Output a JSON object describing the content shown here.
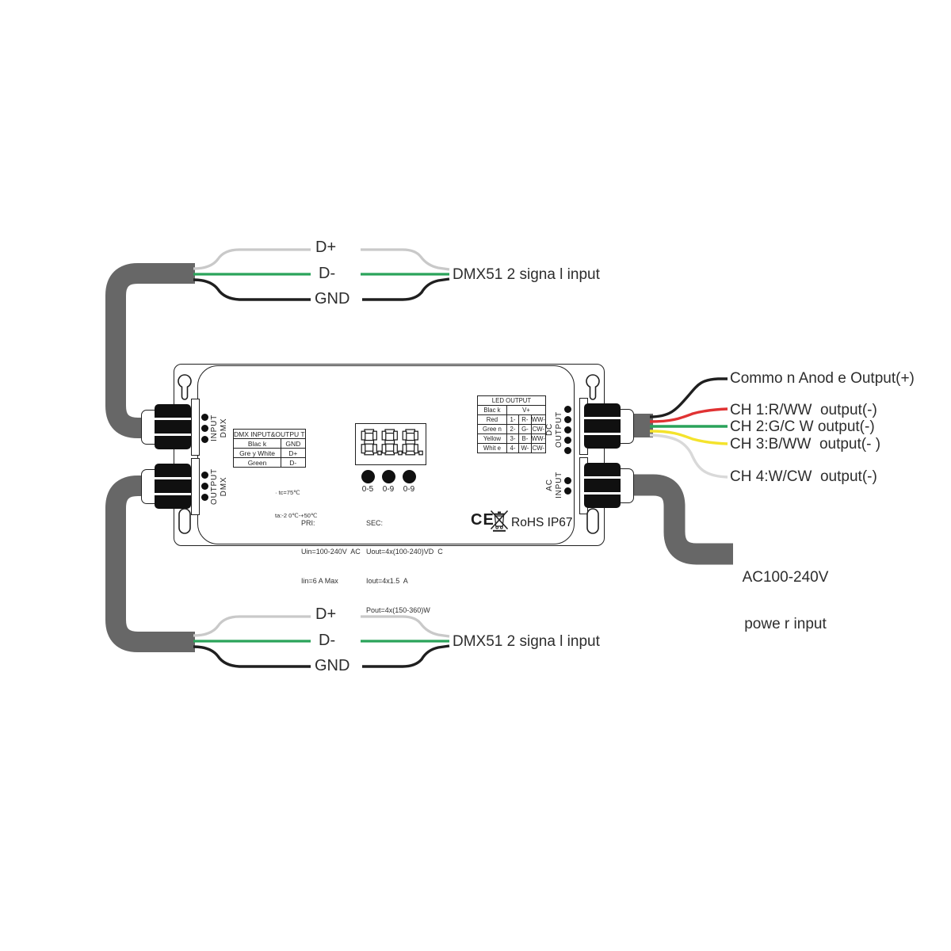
{
  "diagram": {
    "top_dmx": {
      "wire_labels": [
        "D+",
        "D-",
        "GND"
      ],
      "signal_label": "DMX51 2 signa l input"
    },
    "bottom_dmx": {
      "wire_labels": [
        "D+",
        "D-",
        "GND"
      ],
      "signal_label": "DMX51 2 signa l input"
    },
    "dc_outputs": {
      "common": "Commo n Anod e Output(+)",
      "ch1": "CH 1:R/WW  output(-)",
      "ch2": "CH 2:G/C W output(-)",
      "ch3": "CH 3:B/WW  output(- )",
      "ch4": "CH 4:W/CW  output(-)"
    },
    "ac_power": {
      "line1": "AC100-240V",
      "line2": "powe r input"
    },
    "wire_colors": {
      "cable": "#676767",
      "dmx_dplus": "#c9c9c9",
      "dmx_dminus": "#2aa35a",
      "dmx_gnd": "#1f1f1f",
      "common_anode": "#1f1f1f",
      "ch1": "#e03233",
      "ch2": "#2aa35a",
      "ch3": "#f4e32c",
      "ch4": "#d9d9d9"
    }
  },
  "device": {
    "ports": {
      "dmx_in": {
        "label": "DMX INPUT",
        "lines": [
          "INPUT",
          "DMX"
        ],
        "pins": 3
      },
      "dmx_out": {
        "label": "DMX OUTPUT",
        "lines": [
          "OUTPUT",
          "DMX"
        ],
        "pins": 3
      },
      "dc_out": {
        "label": "DC OUTPUT",
        "lines": [
          "DC",
          "OUTPUT"
        ],
        "pins": 5
      },
      "ac_in": {
        "label": "AC INPUT",
        "lines": [
          "AC",
          "INPUT"
        ],
        "pins": 2
      }
    },
    "dmx_table": {
      "header": "DMX INPUT&OUTPU T",
      "rows": [
        [
          "Blac k",
          "GND"
        ],
        [
          "Gre y White",
          "D+"
        ],
        [
          "Green",
          "D-"
        ]
      ]
    },
    "led_table": {
      "header": "LED OUTPUT",
      "vplus_row": [
        "Blac k",
        "V+"
      ],
      "rows": [
        [
          "Red",
          "1-",
          "R-",
          "WW-"
        ],
        [
          "Gree n",
          "2-",
          "G-",
          "CW-"
        ],
        [
          "Yellow",
          "3-",
          "B-",
          "WW-"
        ],
        [
          "Whit e",
          "4-",
          "W-",
          "CW-"
        ]
      ]
    },
    "display": {
      "value": "888"
    },
    "buttons": [
      "0-5",
      "0-9",
      "0-9"
    ],
    "temp_lines": [
      "· tc=75℃",
      "ta:-2 0℃-+50℃"
    ],
    "pri_lines": [
      "PRI:",
      "Uin=100-240V  AC",
      "Iin=6 A Max"
    ],
    "sec_lines": [
      "SEC:",
      "Uout=4x(100-240)VD  C",
      "Iout=4x1.5  A",
      "Pout=4x(150-360)W"
    ],
    "certifications": {
      "ce": "CE",
      "rohs": "RoHS IP67"
    }
  }
}
